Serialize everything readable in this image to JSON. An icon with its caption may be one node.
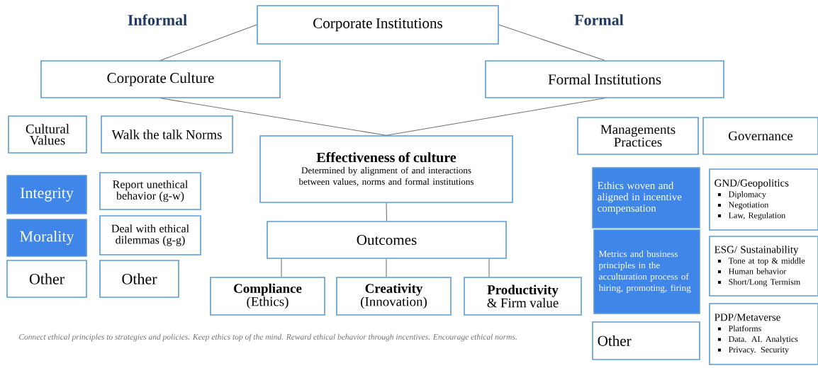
{
  "diagram": {
    "nodes": [
      {
        "text": [
          "Corporate Institutions"
        ]
      },
      {
        "text": [
          "Corporate Culture"
        ]
      },
      {
        "text": [
          "Formal Institutions"
        ]
      },
      {
        "text": [
          "Cultural Values"
        ]
      },
      {
        "text": [
          "Walk the talk Norms"
        ]
      },
      {
        "text": [
          "Effectiveness of culture",
          "Determined by alignment of and interactions between values, norms and formal institutions"
        ]
      },
      {
        "text": [
          "Managements Practices"
        ]
      },
      {
        "text": [
          "Governance"
        ]
      },
      {
        "text": [
          "Integrity"
        ]
      },
      {
        "text": [
          "Report unethical behavior (g-w)"
        ]
      },
      {
        "text": [
          "Morality"
        ]
      },
      {
        "text": [
          "Deal with ethical dilemmas (g-g)"
        ]
      },
      {
        "text": [
          "Other"
        ]
      },
      {
        "text": [
          "Other"
        ]
      },
      {
        "text": [
          "Outcomes"
        ]
      },
      {
        "text": [
          "Compliance",
          "(Ethics)"
        ]
      },
      {
        "text": [
          "Creativity",
          "(Innovation)"
        ]
      },
      {
        "text": [
          "Productivity",
          "& Firm value"
        ]
      },
      {
        "text": [
          "Ethics woven and aligned in incentive compensation"
        ]
      },
      {
        "text": [
          "Metrics and business principles in the acculturation process of hiring, promoting, firing"
        ]
      },
      {
        "text": [
          "Other"
        ]
      },
      {
        "text": [
          "GND/Geopolitics",
          "Diplomacy",
          "Negotiation",
          "Law, Regulation"
        ]
      },
      {
        "text": [
          "ESG/ Sustainability",
          "Tone at top & middle",
          "Human behavior",
          "Short/Long Termism"
        ]
      },
      {
        "text": [
          "PDP/Metaverse",
          "Platforms",
          "Data. AI. Analytics",
          "Privacy. Security"
        ]
      }
    ],
    "edges": [
      {
        "from": 0,
        "to": 1,
        "arrow": "none"
      },
      {
        "from": 0,
        "to": 2,
        "arrow": "none"
      },
      {
        "from": 1,
        "to": 5,
        "arrow": "none"
      },
      {
        "from": 2,
        "to": 5,
        "arrow": "none"
      },
      {
        "from": 5,
        "to": 14,
        "arrow": "none"
      },
      {
        "from": 14,
        "to": 15,
        "arrow": "none"
      },
      {
        "from": 14,
        "to": 16,
        "arrow": "none"
      },
      {
        "from": 14,
        "to": 17,
        "arrow": "none"
      }
    ],
    "labels": [
      "Informal",
      "Formal",
      "Connect ethical principles to strategies and policies. Keep ethics top of the mind. Reward ethical behavior through incentives. Encourage ethical norms."
    ]
  }
}
